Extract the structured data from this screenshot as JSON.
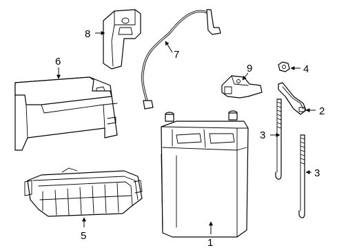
{
  "callouts": [
    {
      "id": "1",
      "label": "1"
    },
    {
      "id": "2",
      "label": "2"
    },
    {
      "id": "3a",
      "label": "3"
    },
    {
      "id": "3b",
      "label": "3"
    },
    {
      "id": "4",
      "label": "4"
    },
    {
      "id": "5",
      "label": "5"
    },
    {
      "id": "6",
      "label": "6"
    },
    {
      "id": "7",
      "label": "7"
    },
    {
      "id": "8",
      "label": "8"
    },
    {
      "id": "9",
      "label": "9"
    }
  ]
}
